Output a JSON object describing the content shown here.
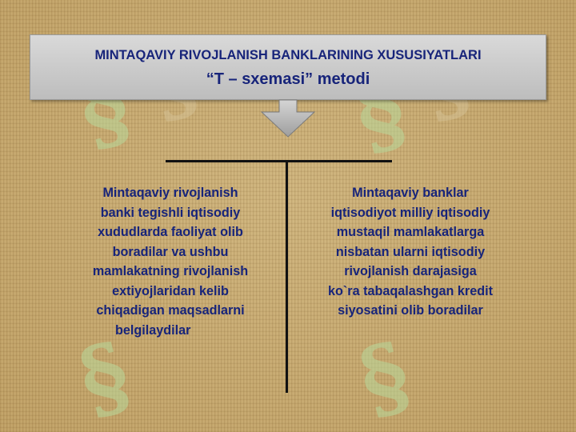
{
  "header": {
    "title": "MINTAQAVIY RIVOJLANISH BANKLARINING XUSUSIYATLARI",
    "subtitle": "“T – sxemasi” metodi"
  },
  "left_column": {
    "lines": [
      "Mintaqaviy rivojlanish",
      "banki tegishli iqtisodiy",
      "xududlarda faoliyat olib",
      "boradilar va ushbu",
      "mamlakatning rivojlanish",
      "extiyojlaridan kelib",
      "chiqadigan maqsadlarni",
      "belgilaydilar"
    ]
  },
  "right_column": {
    "lines": [
      "Mintaqaviy banklar",
      "iqtisodiyot milliy iqtisodiy",
      "mustaqil mamlakatlarga",
      "nisbatan ularni iqtisodiy",
      "rivojlanish darajasiga",
      "ko`ra tabaqalashgan kredit",
      "siyosatini olib boradilar"
    ]
  },
  "colors": {
    "text": "#17247a",
    "watermark_green": "#b8d89a",
    "background": "#c7ab73",
    "header_bg": "#cfcfcf"
  },
  "icons": {
    "watermark": "section-sign-watermark",
    "arrow": "down-arrow"
  }
}
